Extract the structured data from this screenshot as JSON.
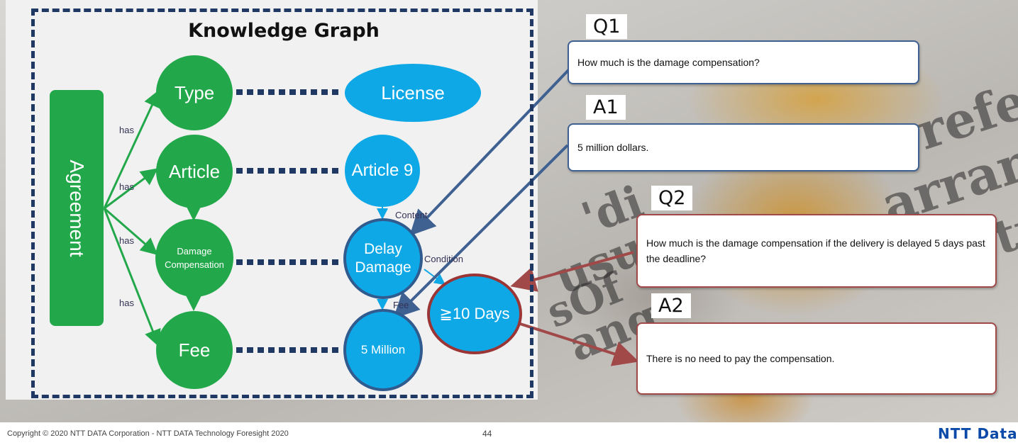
{
  "graph": {
    "title": "Knowledge Graph",
    "root": "Agreement",
    "entities": [
      "Type",
      "Article",
      "Damage Compensation",
      "Fee"
    ],
    "values": [
      "License",
      "Article 9",
      "Delay Damage",
      "5 Million",
      "≧10 Days"
    ],
    "relations": [
      "has",
      "has",
      "has",
      "has"
    ],
    "value_relations": [
      "Content",
      "Condition",
      "Fee"
    ]
  },
  "qa": [
    {
      "tag": "Q1",
      "text": "How much is the damage compensation?"
    },
    {
      "tag": "A1",
      "text": "5 million dollars."
    },
    {
      "tag": "Q2",
      "text": "How much is the damage compensation if the delivery is delayed 5 days past the deadline?"
    },
    {
      "tag": "A2",
      "text": "There is no need to pay the compensation."
    }
  ],
  "background_text": [
    "refere",
    "arran",
    "ructur",
    "'di",
    "usu.",
    "ang",
    "sOf"
  ],
  "footer": {
    "copyright": "Copyright © 2020 NTT DATA Corporation - NTT DATA Technology Foresight 2020",
    "page": "44",
    "logo": "NTT Data"
  },
  "colors": {
    "green": "#22a84a",
    "blue": "#0fa8e6",
    "navy": "#1f3864",
    "red": "#9b3535",
    "callout_blue": "#3f6192"
  }
}
